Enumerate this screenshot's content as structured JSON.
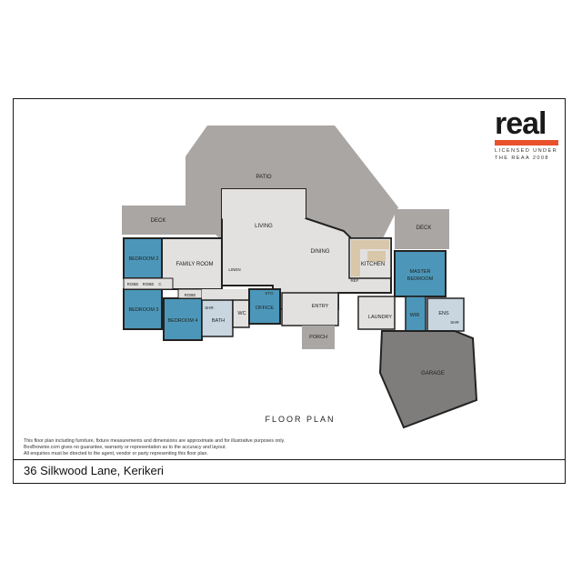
{
  "brand": {
    "wordmark": "real",
    "line1": "LICENSED UNDER",
    "line2": "THE REAA 2008",
    "accent": "#e8512c"
  },
  "plan": {
    "title": "FLOOR PLAN",
    "address": "36 Silkwood Lane, Kerikeri",
    "disclaimer": [
      "This floor plan including furniture, fixture measurements and dimensions are approximate and for illustrative purposes only.",
      "BoxBrownie.com gives no guarantee, warranty or representation as to the accuracy and layout.",
      "All enquiries must be directed to the agent, vendor or party representing this floor plan."
    ],
    "colors": {
      "outdoor": "#a9a6a4",
      "living": "#e3e1df",
      "bedroom": "#4c97b9",
      "wet": "#c9d6e0",
      "kitchen": "#d9c7aa",
      "garage": "#7f7d7b",
      "wall": "#222222"
    }
  },
  "rooms": {
    "patio": "PATIO",
    "deck_left": "DECK",
    "deck_right": "DECK",
    "living": "LIVING",
    "dining": "DINING",
    "kitchen": "KITCHEN",
    "family_room": "FAMILY ROOM",
    "bedroom2": "BEDROOM 2",
    "bedroom3": "BEDROOM 3",
    "bedroom4": "BEDROOM 4",
    "master_bedroom_1": "MASTER",
    "master_bedroom_2": "BEDROOM",
    "robe1": "ROBE",
    "robe2": "ROBE",
    "robe3": "ROBE",
    "c": "C",
    "linen": "LINEN",
    "shr1": "SHR",
    "bath": "BATH",
    "wc": "WC",
    "office": "OFFICE",
    "stg": "STG",
    "entry": "ENTRY",
    "porch": "PORCH",
    "laundry": "LAUNDRY",
    "wir": "WIR",
    "ens": "ENS",
    "shr2": "SHR",
    "ref": "REF",
    "garage": "GARAGE"
  }
}
